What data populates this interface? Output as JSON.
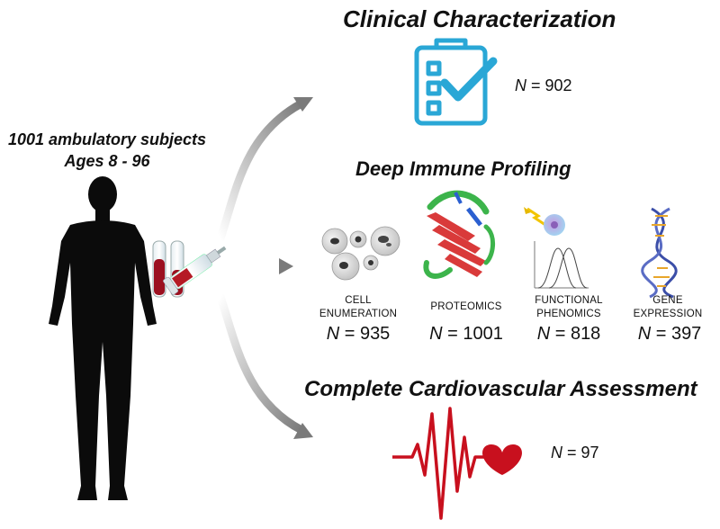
{
  "subjects": {
    "line1": "1001 ambulatory subjects",
    "line2": "Ages 8 - 96"
  },
  "clinical": {
    "title": "Clinical Characterization",
    "n_label": "N",
    "n_value": "= 902",
    "icon": "clipboard-checklist-icon",
    "icon_color": "#2aa7d6"
  },
  "immune": {
    "title": "Deep Immune Profiling",
    "assays": [
      {
        "line1": "CELL",
        "line2": "ENUMERATION",
        "n_label": "N",
        "n_value": "= 935",
        "icon": "cells-icon"
      },
      {
        "line1": "PROTEOMICS",
        "line2": "",
        "n_label": "N",
        "n_value": "= 1001",
        "icon": "protein-ribbon-icon"
      },
      {
        "line1": "FUNCTIONAL",
        "line2": "PHENOMICS",
        "n_label": "N",
        "n_value": "= 818",
        "icon": "flow-cytometry-icon"
      },
      {
        "line1": "GENE",
        "line2": "EXPRESSION",
        "n_label": "N",
        "n_value": "= 397",
        "icon": "dna-helix-icon"
      }
    ]
  },
  "cardio": {
    "title": "Complete Cardiovascular Assessment",
    "n_label": "N",
    "n_value": "= 97",
    "icon": "heartbeat-icon",
    "icon_color": "#c8101e"
  }
}
